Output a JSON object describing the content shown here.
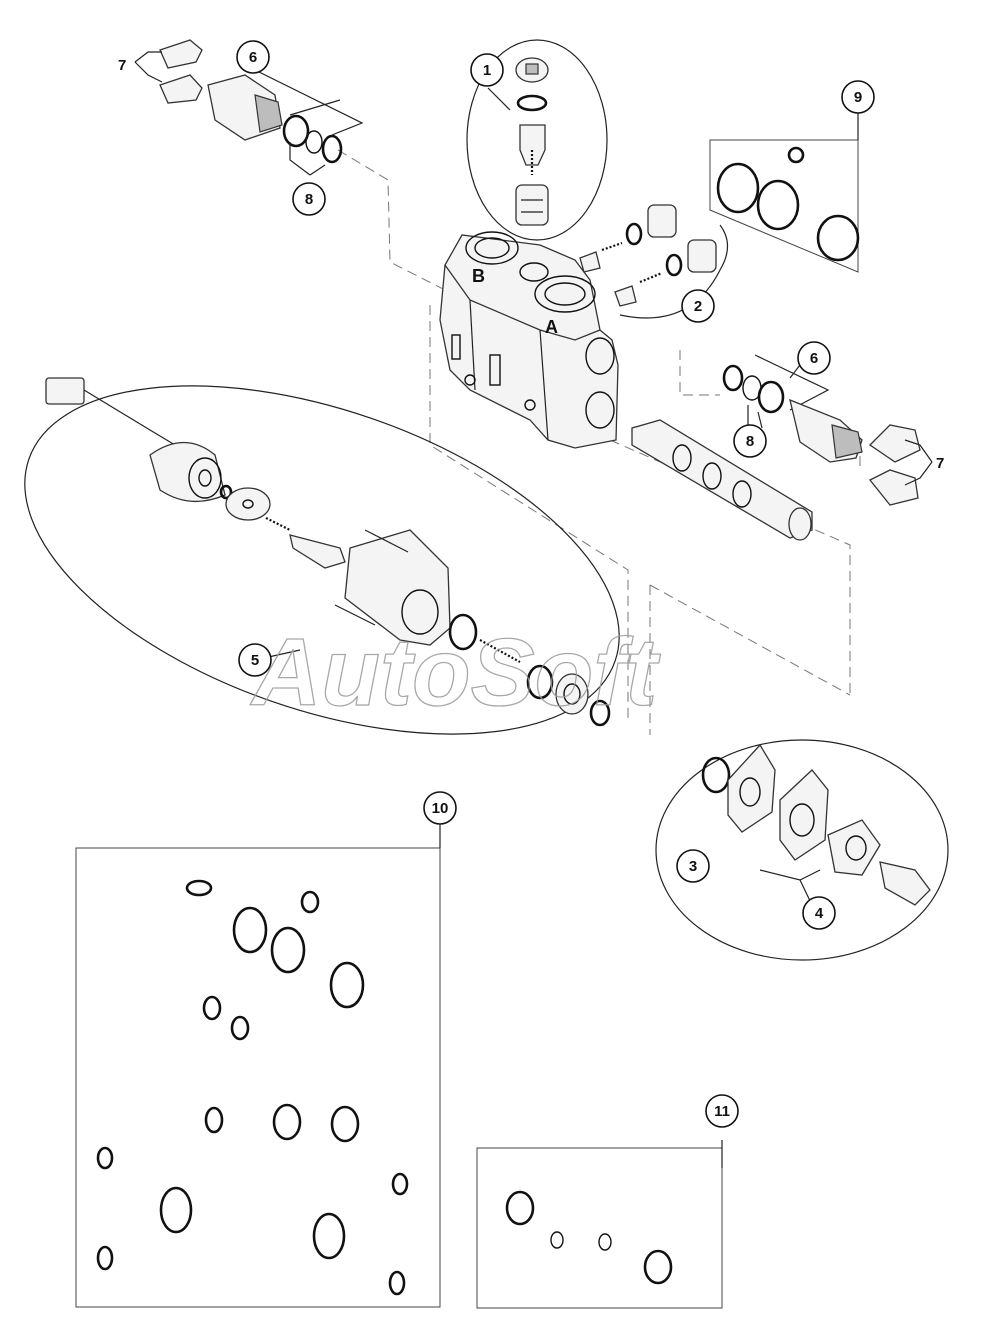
{
  "callouts": [
    {
      "id": "1",
      "label": "1"
    },
    {
      "id": "2",
      "label": "2"
    },
    {
      "id": "3",
      "label": "3"
    },
    {
      "id": "4",
      "label": "4"
    },
    {
      "id": "5",
      "label": "5"
    },
    {
      "id": "6a",
      "label": "6"
    },
    {
      "id": "6b",
      "label": "6"
    },
    {
      "id": "8a",
      "label": "8"
    },
    {
      "id": "8b",
      "label": "8"
    },
    {
      "id": "9",
      "label": "9"
    },
    {
      "id": "10",
      "label": "10"
    },
    {
      "id": "11",
      "label": "11"
    }
  ],
  "plain_labels": {
    "seven_left": "7",
    "seven_right": "7"
  },
  "ports": {
    "b": "B",
    "a": "A"
  },
  "watermark": "AutoSoft",
  "colors": {
    "line": "#111111",
    "part_fill": "#f4f4f4",
    "watermark": "#9a9a9a"
  }
}
